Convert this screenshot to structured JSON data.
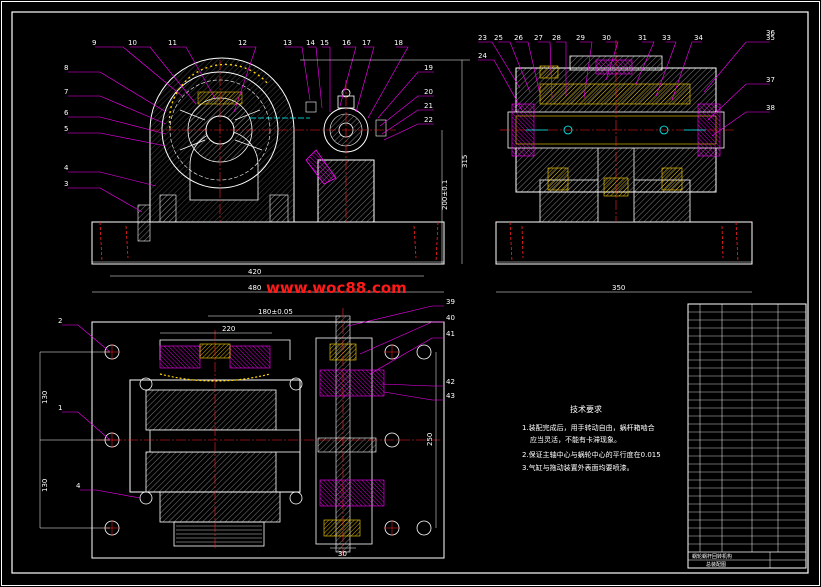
{
  "watermark": "www.woc88.com",
  "front_view": {
    "part_numbers_top": [
      "9",
      "10",
      "11",
      "12",
      "13",
      "14",
      "15",
      "16",
      "17",
      "18"
    ],
    "part_numbers_left": [
      "8",
      "7",
      "6",
      "5",
      "4",
      "3"
    ],
    "part_numbers_right": [
      "19",
      "20",
      "21",
      "22"
    ],
    "dims": {
      "width_420": "420",
      "width_480": "480",
      "height_315": "315",
      "height_200": "200±0.1"
    }
  },
  "side_view": {
    "part_numbers_top": [
      "23",
      "25",
      "26",
      "27",
      "28",
      "29",
      "30",
      "31",
      "33",
      "34",
      "35",
      "36"
    ],
    "part_numbers_left": [
      "24"
    ],
    "part_numbers_right": [
      "37",
      "38"
    ],
    "dims": {
      "width_350": "350"
    }
  },
  "top_view": {
    "part_numbers_left": [
      "2",
      "1",
      "4"
    ],
    "part_numbers_right": [
      "39",
      "40",
      "41",
      "42",
      "43"
    ],
    "dims": {
      "d_220": "220",
      "d_180": "180±0.05",
      "d_130a": "130",
      "d_130b": "130",
      "d_250": "250",
      "d_30": "30"
    }
  },
  "tech_requirements": {
    "title": "技术要求",
    "lines": [
      "1.装配完成后，用手转动自由，蜗杆箱啮合",
      "应当灵活，不能有卡滞现象。",
      "2.保证主轴中心与蜗轮中心的平行度在0.015",
      "3.气缸与拖动装置外表面均要喷漆。"
    ]
  },
  "title_block": {
    "name": "蜗轮蜗杆回转机构",
    "subtitle": "总装配图"
  },
  "colors": {
    "background": "#000000",
    "line_white": "#ffffff",
    "leader_magenta": "#ff00ff",
    "hatch_yellow": "#ffd400",
    "accent_cyan": "#00ffff",
    "accent_red": "#ff2020",
    "accent_green": "#00ff00"
  }
}
